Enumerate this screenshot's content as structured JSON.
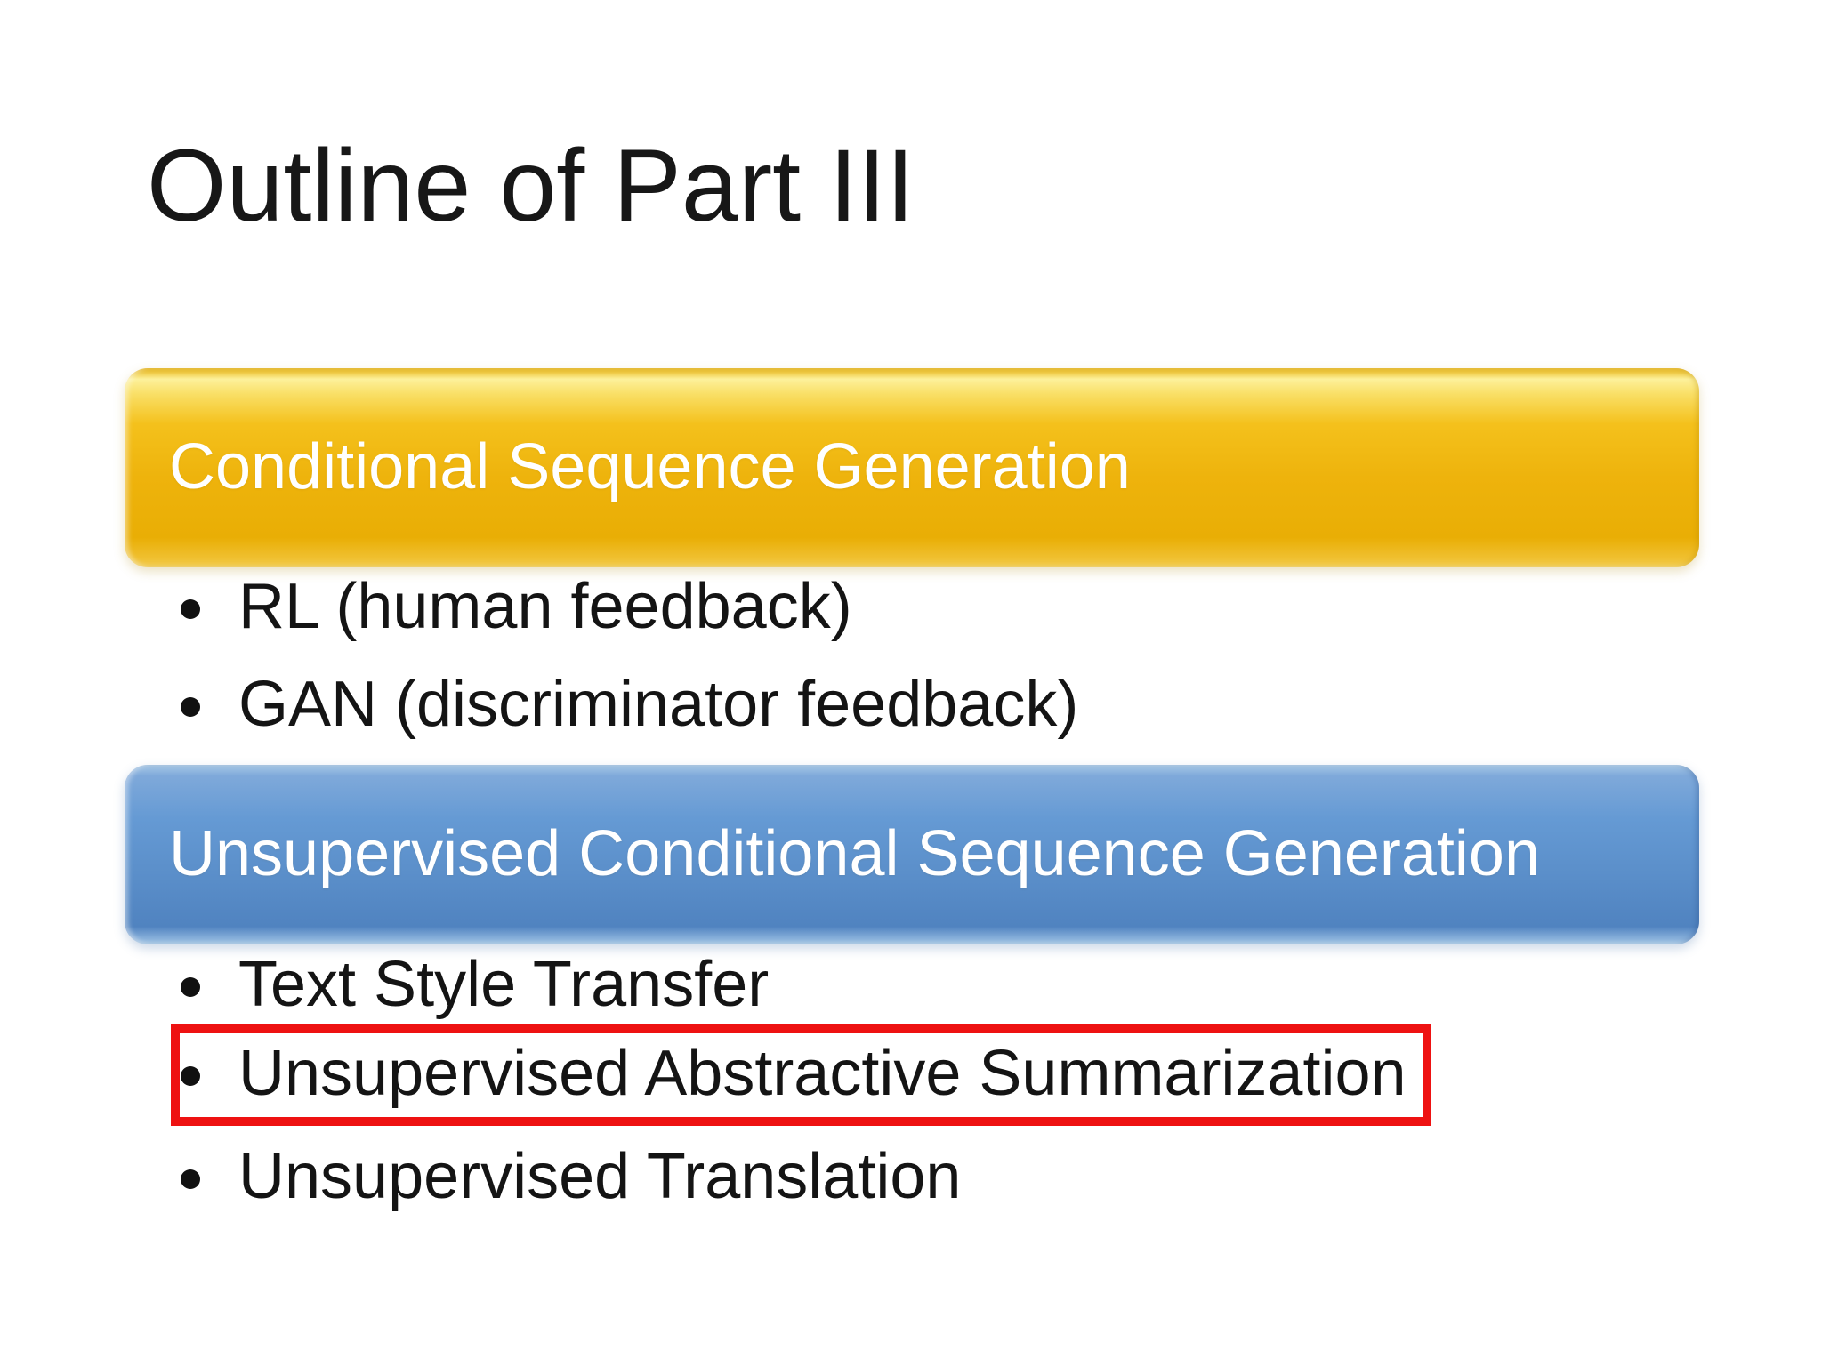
{
  "slide": {
    "title": "Outline of Part III",
    "sections": [
      {
        "banner": "Conditional Sequence Generation",
        "banner_color": "#eeb30c",
        "bullets": [
          "RL (human feedback)",
          "GAN (discriminator feedback)"
        ]
      },
      {
        "banner": "Unsupervised Conditional Sequence Generation",
        "banner_color": "#5b8fca",
        "bullets": [
          "Text Style Transfer",
          "Unsupervised Abstractive Summarization",
          "Unsupervised Translation"
        ],
        "highlighted_bullet": "Unsupervised Abstractive Summarization",
        "highlight_border_color": "#ee1212"
      }
    ]
  }
}
